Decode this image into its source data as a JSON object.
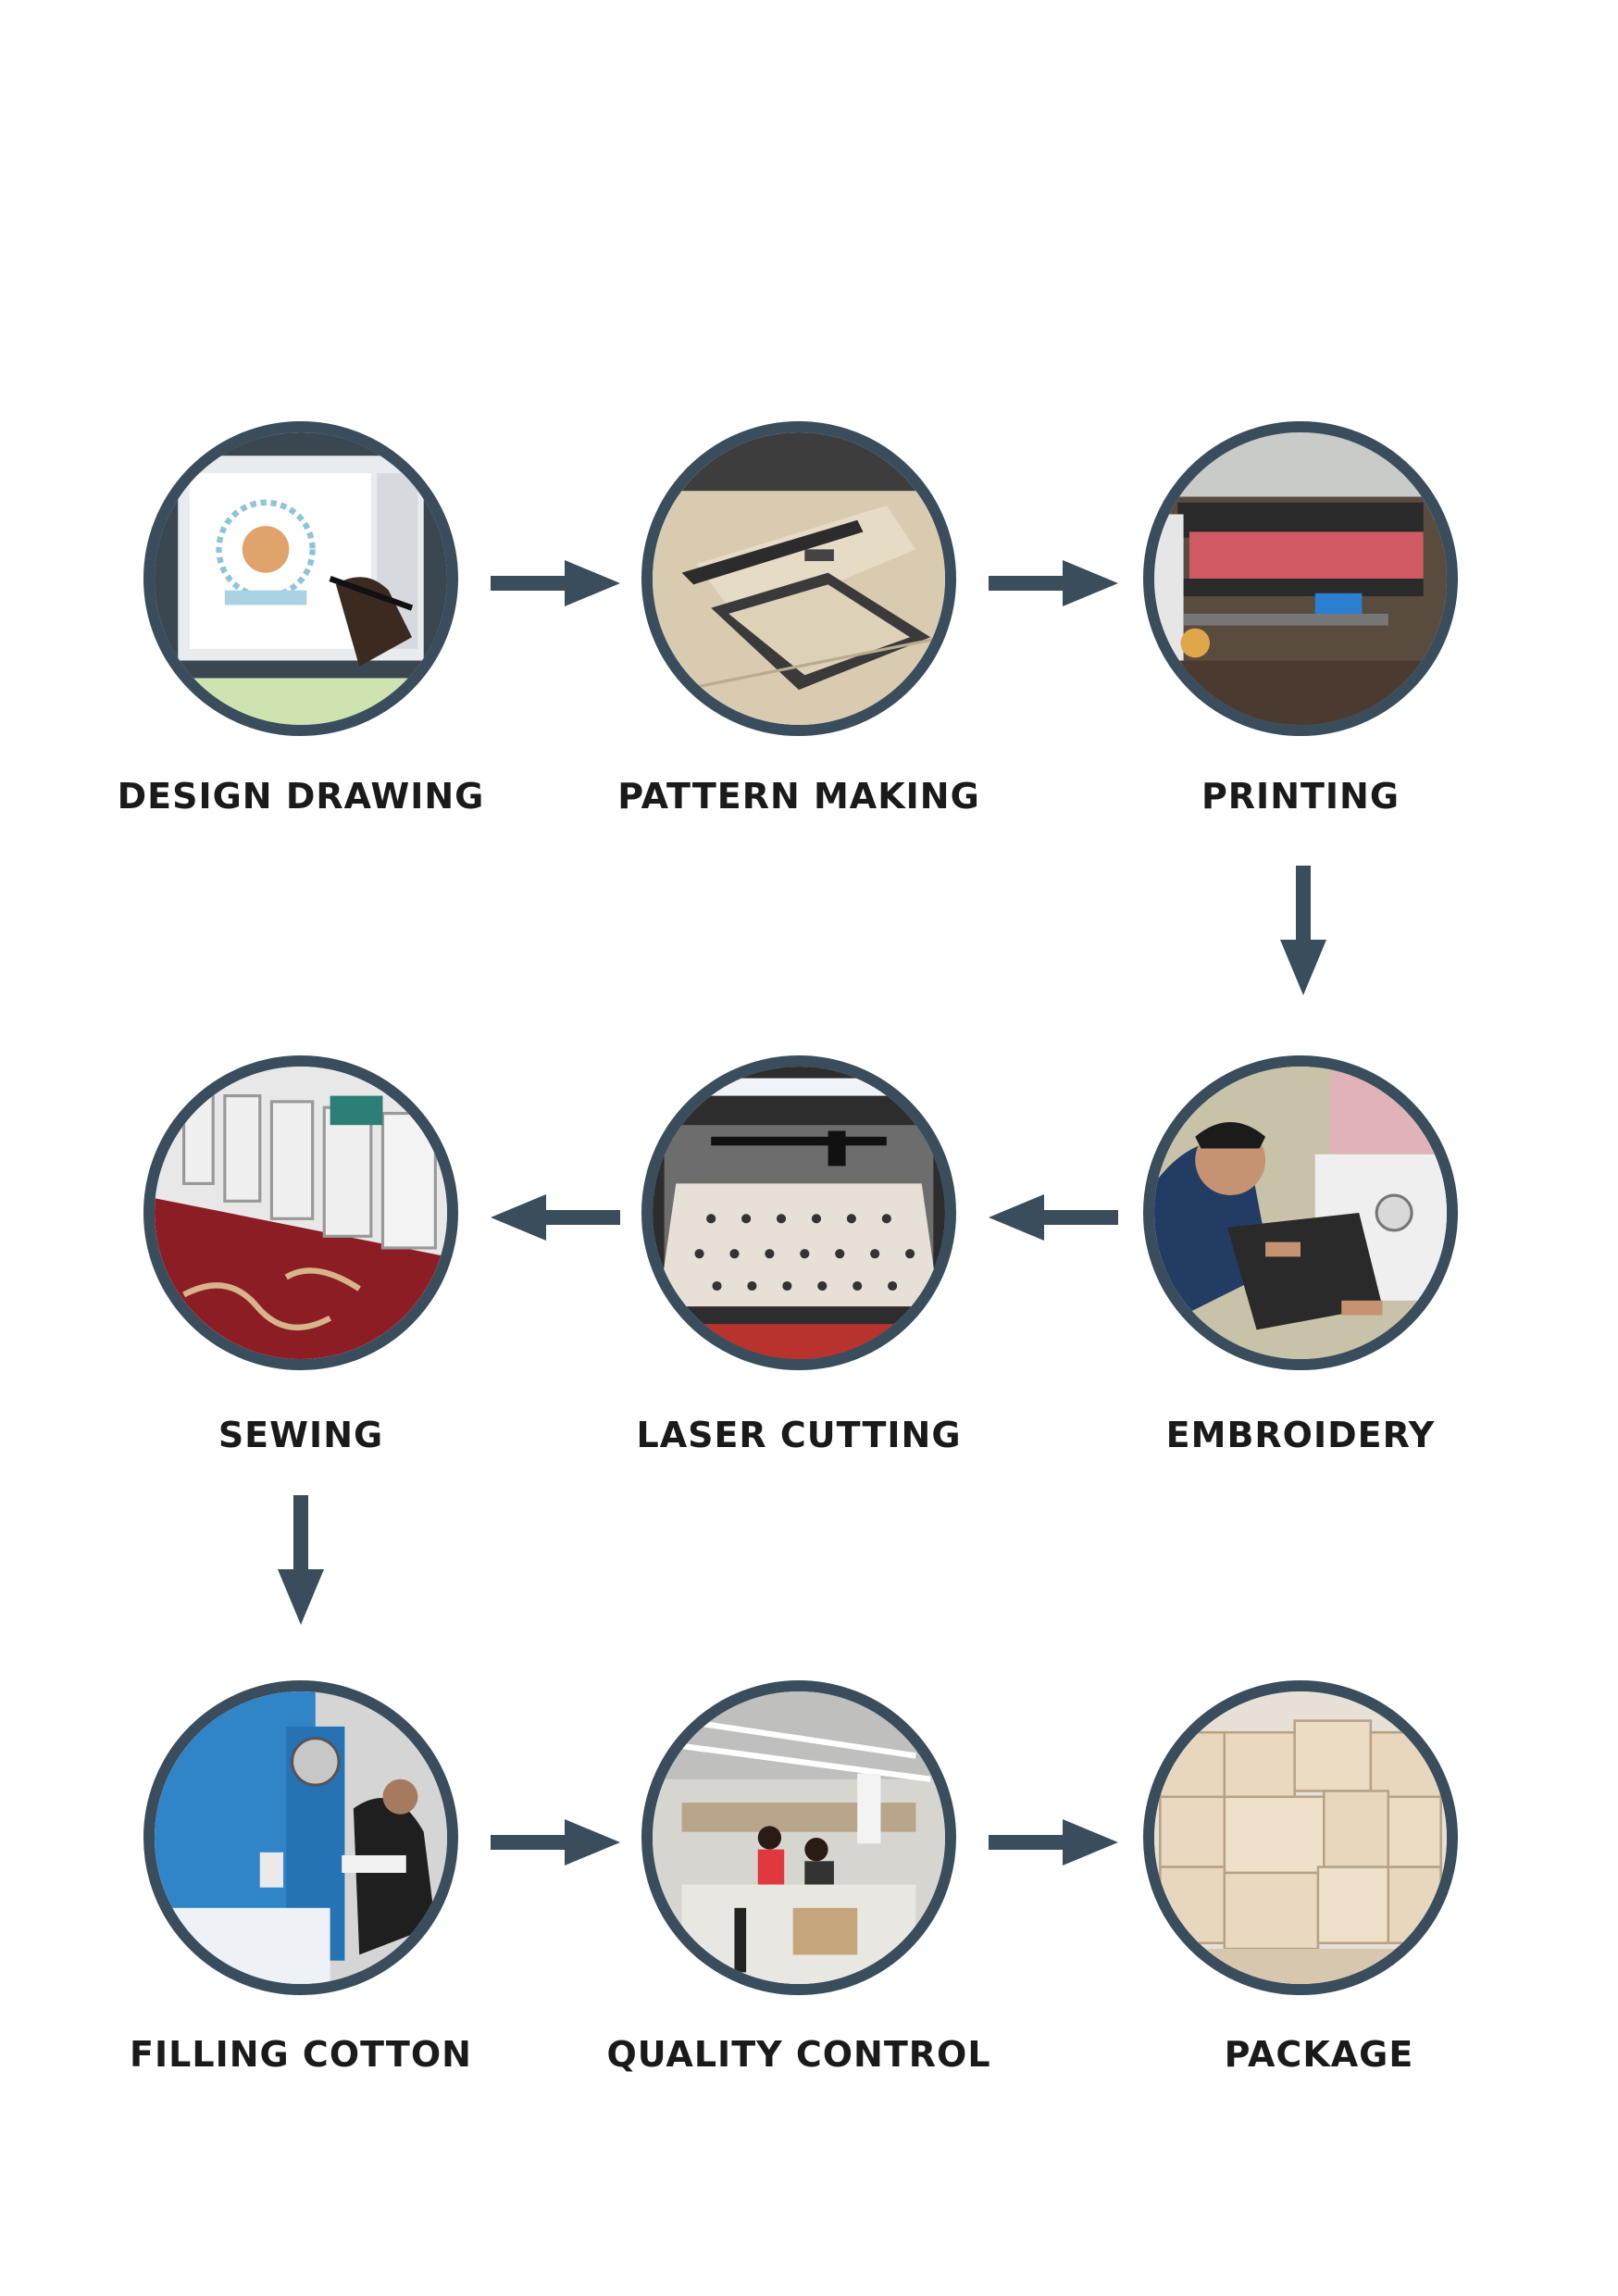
{
  "steps": [
    {
      "label": "DESIGN DRAWING",
      "icon": "design-drawing-photo"
    },
    {
      "label": "PATTERN MAKING",
      "icon": "pattern-making-photo"
    },
    {
      "label": "PRINTING",
      "icon": "printing-photo"
    },
    {
      "label": "EMBROIDERY",
      "icon": "embroidery-photo"
    },
    {
      "label": "LASER CUTTING",
      "icon": "laser-cutting-photo"
    },
    {
      "label": "SEWING",
      "icon": "sewing-photo"
    },
    {
      "label": "FILLING COTTON",
      "icon": "filling-cotton-photo"
    },
    {
      "label": "QUALITY CONTROL",
      "icon": "quality-control-photo"
    },
    {
      "label": "PACKAGE",
      "icon": "package-photo"
    }
  ],
  "colors": {
    "ring": "#394d5c",
    "arrow": "#394d5c",
    "text": "#1a1a1a"
  }
}
